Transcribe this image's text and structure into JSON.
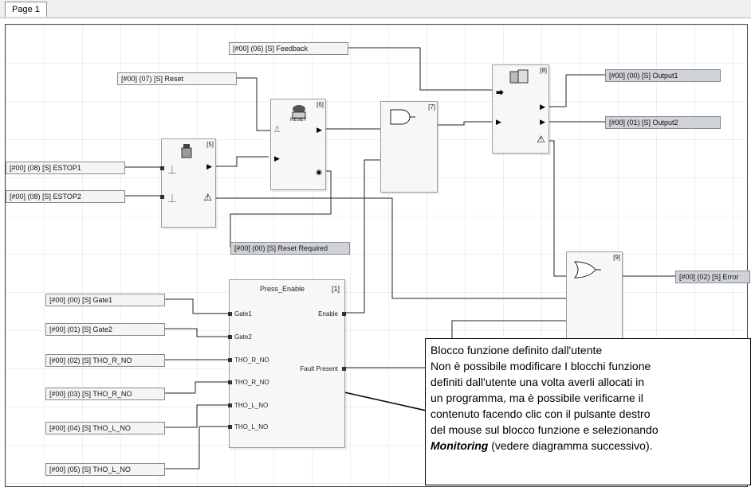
{
  "tab": {
    "label": "Page 1"
  },
  "tags": {
    "feedback": "[#00] (06) [S] Feedback",
    "reset": "[#00] (07) [S] Reset",
    "estop1": "[#00] (08) [S] ESTOP1",
    "estop2": "[#00] (08) [S] ESTOP2",
    "gate1": "[#00] (00) [S] Gate1",
    "gate2": "[#00] (01) [S] Gate2",
    "tho_r1": "[#00] (02) [S] THO_R_NO",
    "tho_r2": "[#00] (03) [S] THO_R_NO",
    "tho_l1": "[#00] (04) [S] THO_L_NO",
    "tho_l2": "[#00] (05) [S] THO_L_NO",
    "output1": "[#00] (00) [S] Output1",
    "output2": "[#00] (01) [S] Output2",
    "reset_required": "[#00] (00) [S] Reset Required",
    "error": "[#00] (02) [S] Error"
  },
  "blocks": {
    "estop_index": "[5]",
    "reset_index": "[6]",
    "and_index": "[7]",
    "output_index": "[8]",
    "or_index": "[9]",
    "reset_icon_text": "RESET",
    "press_title": "Press_Enable",
    "press_index": "[1]",
    "press_inputs": [
      "Gate1",
      "Gate2",
      "THO_R_NO",
      "THO_R_NO",
      "THO_L_NO",
      "THO_L_NO"
    ],
    "press_outputs": [
      "Enable",
      "Fault Present"
    ]
  },
  "callout": {
    "line1": "Blocco funzione definito dall'utente",
    "line2": "Non è possibile modificare I blocchi funzione",
    "line3": "definiti dall'utente una volta averli allocati in",
    "line4": "un programma, ma è possibile verificarne il",
    "line5": "contenuto facendo clic con il pulsante destro",
    "line6": "del mouse sul blocco funzione e selezionando",
    "bold": "Monitoring",
    "line7_rest": " (vedere diagramma successivo)."
  }
}
